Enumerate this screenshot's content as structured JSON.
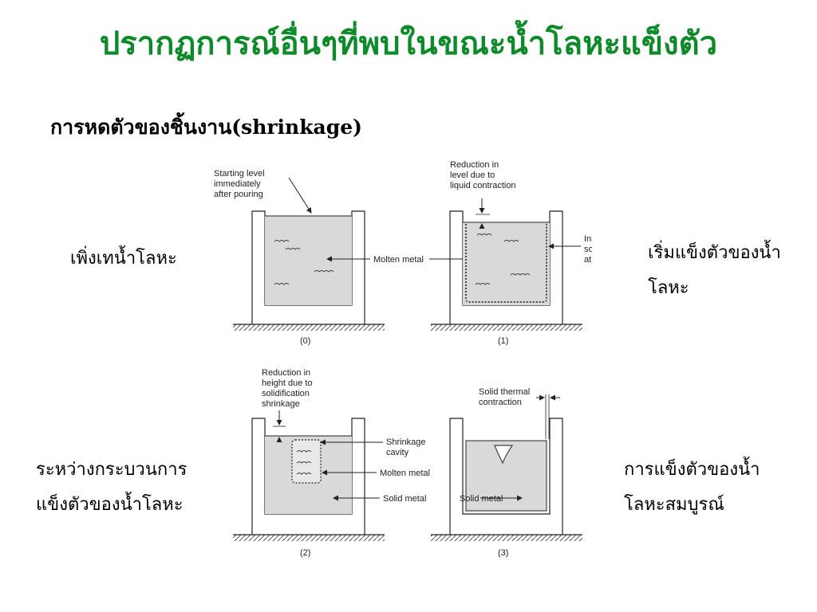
{
  "title": "ปรากฏการณ์อื่นๆที่พบในขณะน้ำโลหะแข็งตัว",
  "subtitle": "การหดตัวของชิ้นงาน(shrinkage)",
  "side_labels": {
    "stage0": [
      "เพิ่งเทน้ำโลหะ"
    ],
    "stage1": [
      "เริ่มแข็งตัวของน้ำ",
      "โลหะ"
    ],
    "stage2": [
      "ระหว่างกระบวนการ",
      "แข็งตัวของน้ำโลหะ"
    ],
    "stage3": [
      "การแข็งตัวของน้ำ",
      "โลหะสมบูรณ์"
    ]
  },
  "figure": {
    "panels": [
      "(0)",
      "(1)",
      "(2)",
      "(3)"
    ],
    "annotations": {
      "starting_level": [
        "Starting level",
        "immediately",
        "after pouring"
      ],
      "reduction_liquid": [
        "Reduction in",
        "level due to",
        "liquid contraction"
      ],
      "molten_metal_0": "Molten metal",
      "initial_solidification": [
        "Initial",
        "solidification",
        "at mold wall"
      ],
      "reduction_solid": [
        "Reduction in",
        "height due to",
        "solidification",
        "shrinkage"
      ],
      "shrinkage_cavity": [
        "Shrinkage",
        "cavity"
      ],
      "molten_metal_2": "Molten metal",
      "solid_metal_2": "Solid metal",
      "solid_thermal": [
        "Solid thermal",
        "contraction"
      ],
      "solid_metal_3": "Solid metal"
    }
  }
}
